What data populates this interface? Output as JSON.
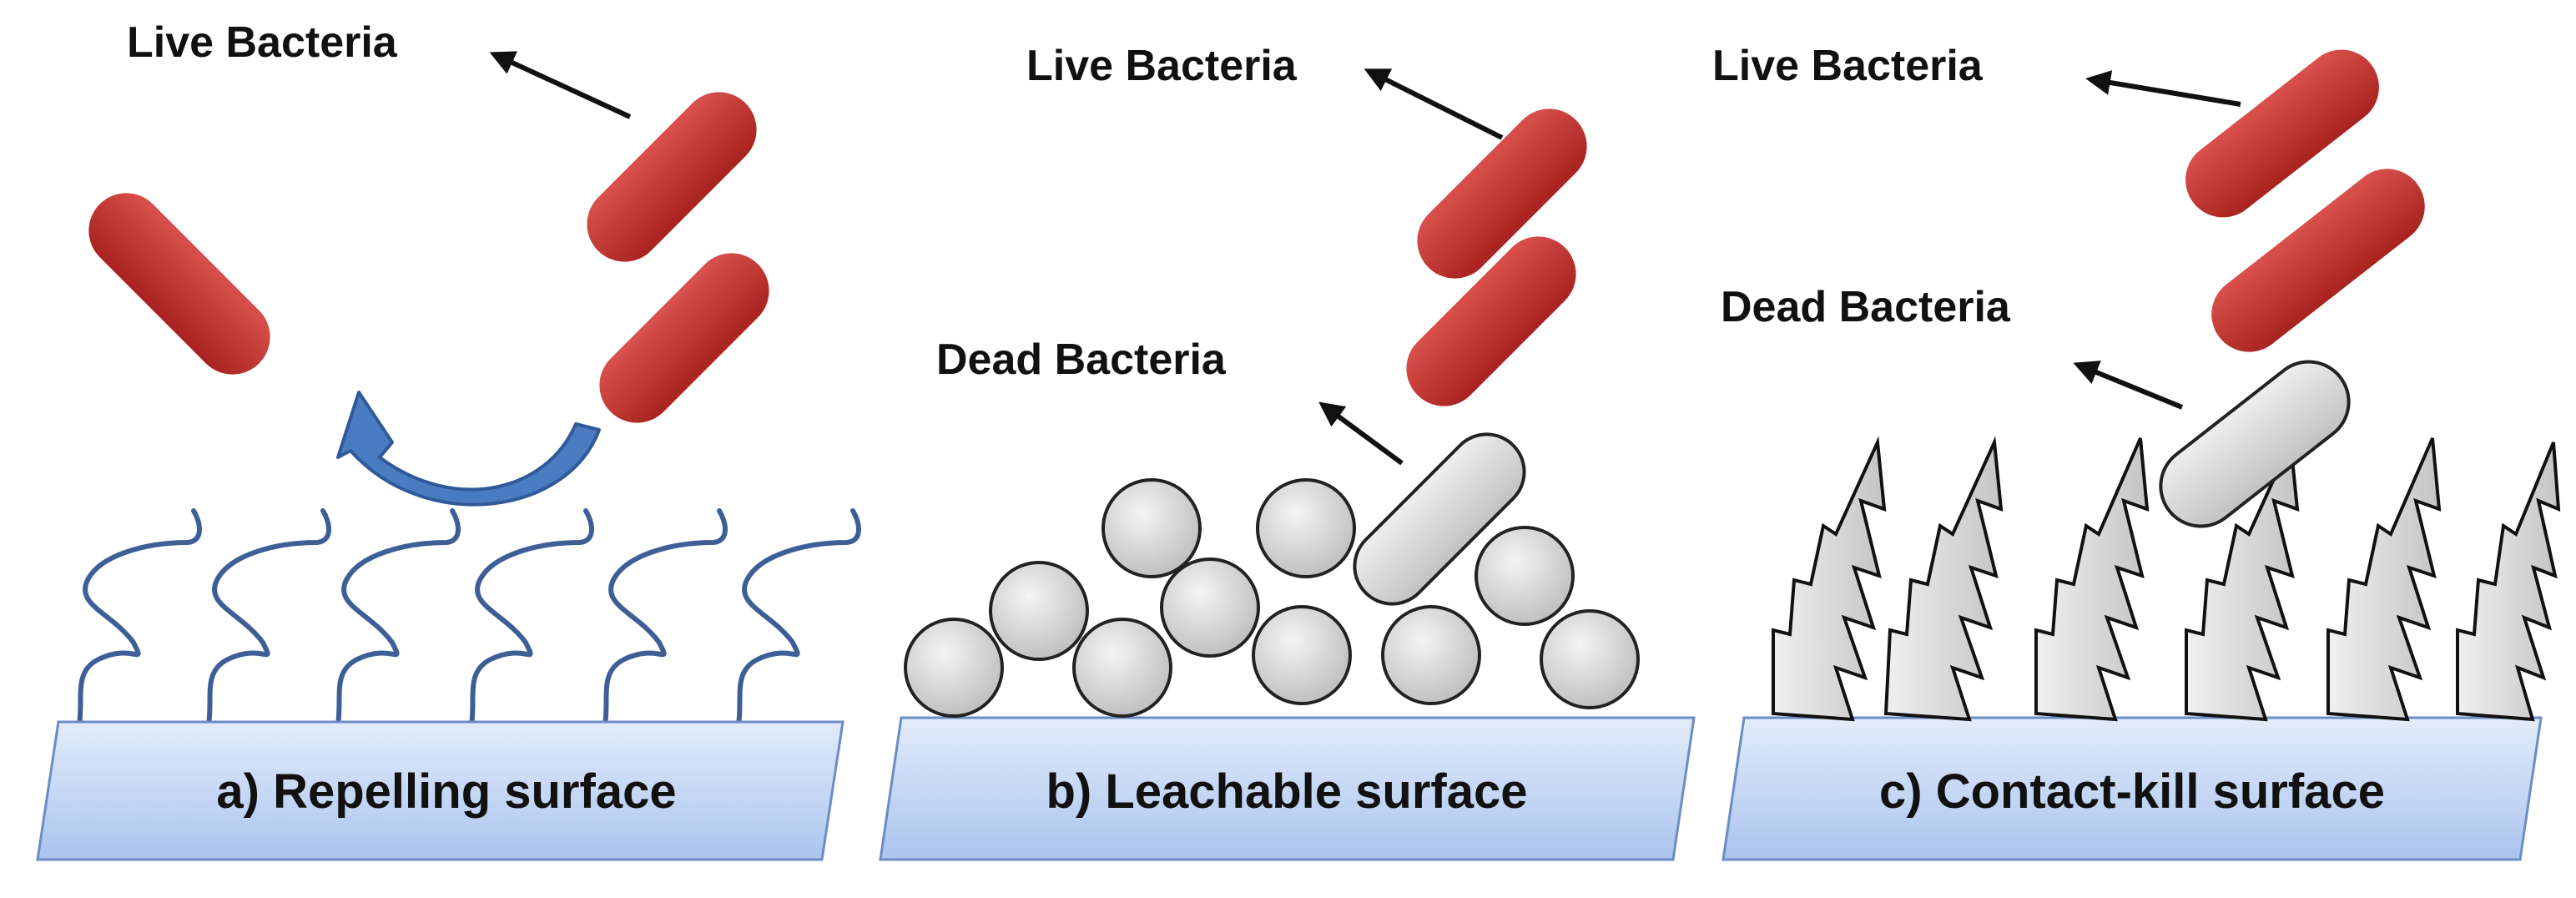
{
  "panels": {
    "a": {
      "surface_label": "a)  Repelling surface",
      "live_label": "Live Bacteria"
    },
    "b": {
      "surface_label": "b) Leachable surface",
      "live_label": "Live Bacteria",
      "dead_label": "Dead Bacteria"
    },
    "c": {
      "surface_label": "c) Contact-kill surface",
      "live_label": "Live Bacteria",
      "dead_label": "Dead Bacteria"
    }
  },
  "colors": {
    "live_bacteria": "#c0302f",
    "dead_bacteria": "#d8d8d8",
    "surface_fill": "#bcd3f3",
    "polymer_brush": "#3e5f96",
    "repel_arrow": "#4a7cc1",
    "spike": "#dadada"
  },
  "icons": {
    "repel": "curved-arrow-icon",
    "pointer": "arrow-icon"
  }
}
